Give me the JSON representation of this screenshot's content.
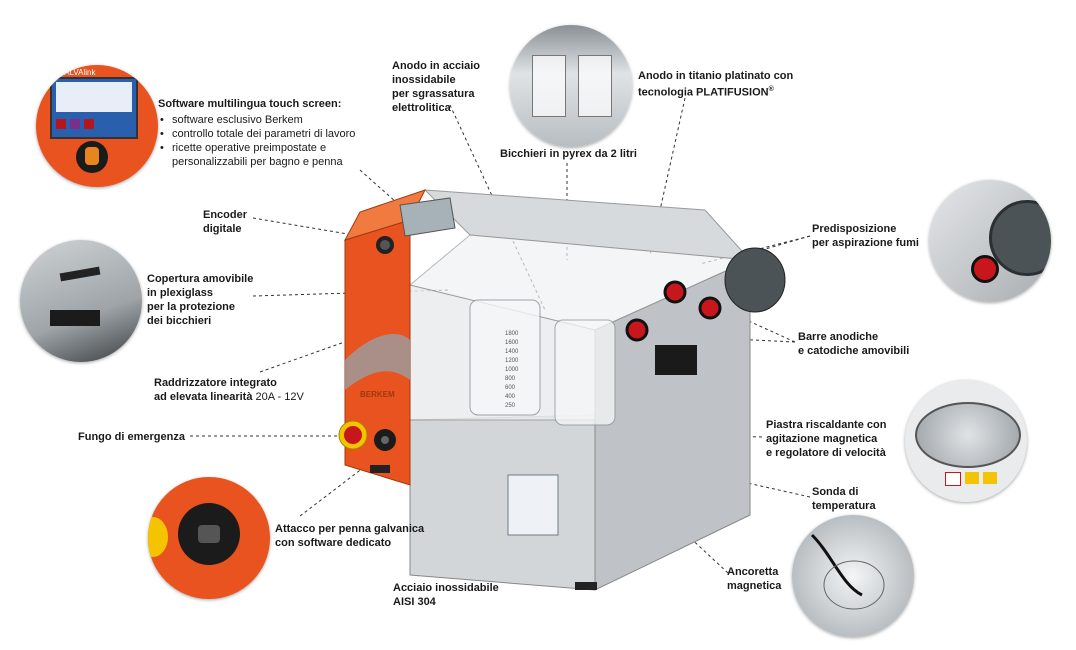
{
  "labels": {
    "software_title": "Software multilingua touch screen:",
    "software_items": [
      "software esclusivo Berkem",
      "controllo totale dei parametri di lavoro",
      "ricette operative preimpostate e personalizzabili per bagno e penna"
    ],
    "encoder_line1": "Encoder",
    "encoder_line2": "digitale",
    "cover_lines": [
      "Copertura amovibile",
      "in plexiglass",
      "per la protezione",
      "dei bicchieri"
    ],
    "rectifier_line1": "Raddrizzatore integrato",
    "rectifier_line2_bold": "ad elevata linearità",
    "rectifier_line2_rest": " 20A - 12V",
    "emergency": "Fungo di emergenza",
    "pen_line1": "Attacco per penna galvanica",
    "pen_line2": "con software dedicato",
    "steel_line1": "Acciaio inossidabile",
    "steel_line2": "AISI 304",
    "anode_steel_lines": [
      "Anodo in acciaio",
      "inossidabile",
      "per sgrassatura",
      "elettrolitica"
    ],
    "beakers": "Bicchieri in pyrex da 2 litri",
    "anode_titanium_line1": "Anodo in titanio platinato con",
    "anode_titanium_line2": "tecnologia PLATIFUSION",
    "anode_titanium_mark": "®",
    "fume_line1": "Predisposizione",
    "fume_line2": "per aspirazione fumi",
    "bars_line1": "Barre anodiche",
    "bars_line2": "e catodiche amovibili",
    "plate_lines": [
      "Piastra riscaldante con",
      "agitazione magnetica",
      "e regolatore di velocità"
    ],
    "probe_line1": "Sonda di",
    "probe_line2": "temperatura",
    "stirbar_line1": "Ancoretta",
    "stirbar_line2": "magnetica"
  },
  "machine": {
    "brand": "BERKEM",
    "screen_title": "GALVAlink",
    "beaker_scale": [
      "1800",
      "1600",
      "1400",
      "1200",
      "1000",
      "800",
      "600",
      "400",
      "250"
    ]
  },
  "colors": {
    "orange": "#e8531f",
    "steel": "#c9ccd0",
    "knob_red": "#c8161d",
    "leader": "#333333"
  }
}
